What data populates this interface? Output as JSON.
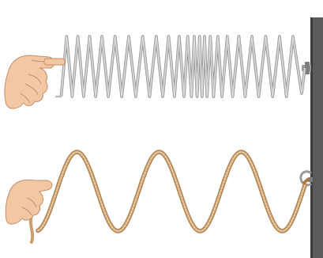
{
  "diagram": {
    "panels": [
      {
        "name": "longitudinal-wave",
        "object": "spring",
        "medium_color": "#c9c9c9",
        "compression_near": "middle"
      },
      {
        "name": "transverse-wave",
        "object": "rope",
        "medium_color": "#d8a878",
        "visible_crests": 3
      }
    ],
    "colors": {
      "background": "#ffffff",
      "wall": "#5b5b5b",
      "wall_edge": "#3d3d3d",
      "skin": "#f2c7a4",
      "skin_shadow": "#d9a47e",
      "spring": "#bdbdbd",
      "spring_light": "#e6e6e6",
      "rope": "#caa06e",
      "rope_dark": "#a87a48",
      "rope_light": "#f0d8b8"
    },
    "icons": [
      "hand-icon",
      "wall-icon",
      "hook-icon",
      "spring-icon",
      "rope-icon"
    ]
  }
}
